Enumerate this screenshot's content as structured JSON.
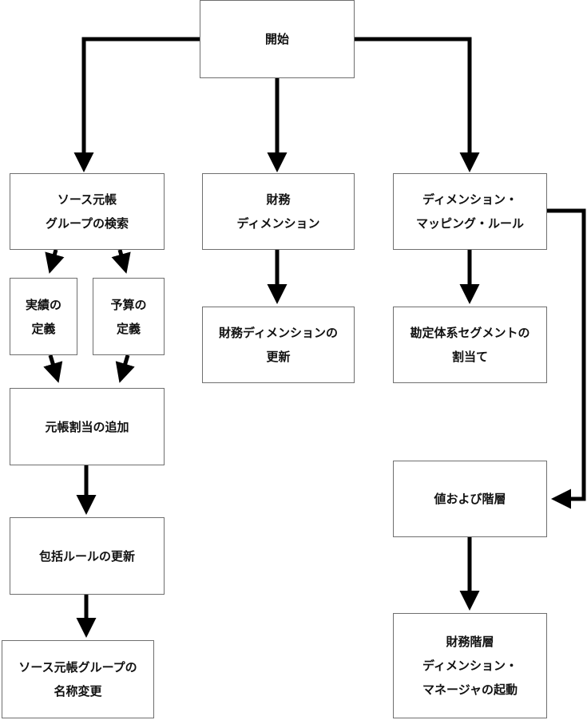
{
  "nodes": {
    "start": "開始",
    "source_ledger_search": "ソース元帳\nグループの検索",
    "financial_dimension": "財務\nディメンション",
    "dimension_mapping_rules": "ディメンション・\nマッピング・ルール",
    "actual_define": "実績の\n定義",
    "budget_define": "予算の\n定義",
    "update_financial_dimension": "財務ディメンションの\n更新",
    "assign_account_segment": "勘定体系セグメントの\n割当て",
    "add_ledger_assignment": "元帳割当の追加",
    "values_hierarchy": "値および階層",
    "update_inclusion_rules": "包括ルールの更新",
    "rename_source_ledger_group": "ソース元帳グループの\n名称変更",
    "launch_hierarchy_manager": "財務階層\nディメンション・\nマネージャの起動"
  },
  "colors": {
    "arrow": "#000000",
    "border": "#6f6f6f",
    "text": "#111111"
  }
}
